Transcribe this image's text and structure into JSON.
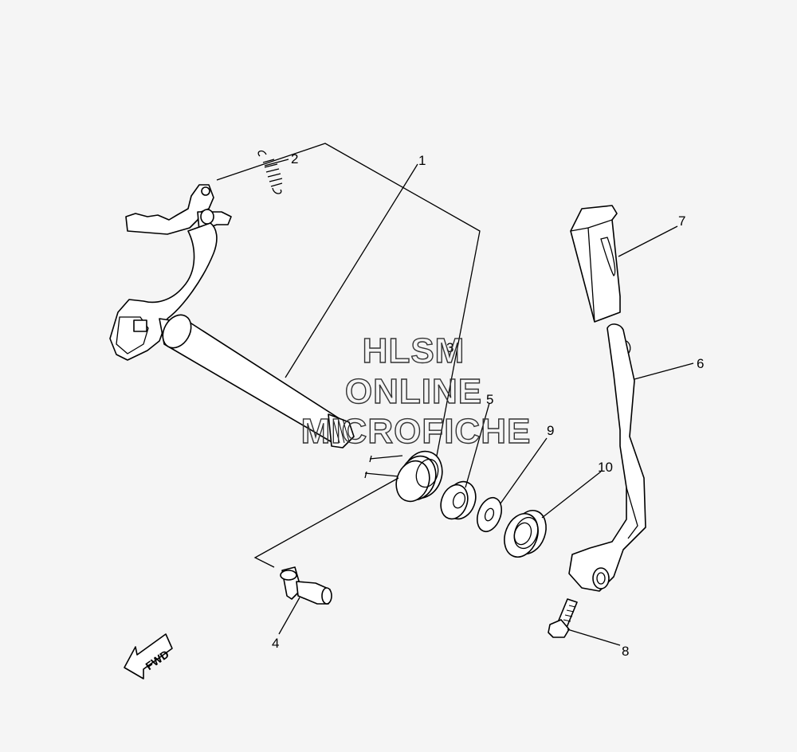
{
  "watermark": {
    "line1": "HLSM",
    "line2": "ONLINE",
    "line3": "MICROFICHE"
  },
  "callouts": {
    "p1": "1",
    "p2": "2",
    "p3": "3",
    "p4": "4",
    "p5": "5",
    "p6": "6",
    "p7": "7",
    "p8": "8",
    "p9": "9",
    "p10": "10"
  },
  "fwd_label": "FWD"
}
